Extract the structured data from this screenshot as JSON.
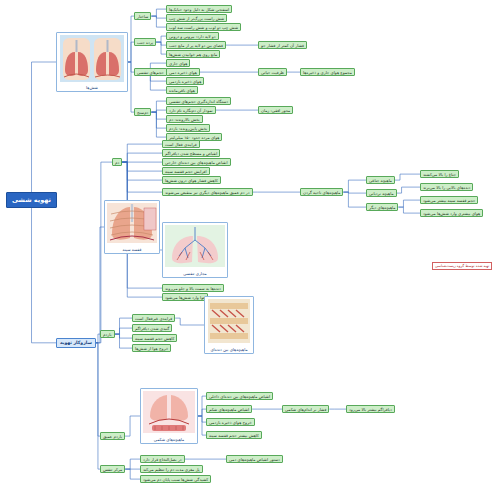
{
  "diagram": {
    "nodes": [
      {
        "text": [
          "تهویه ششی"
        ]
      },
      {
        "text": [
          "شش‌ها"
        ]
      },
      {
        "text": [
          "ساختار"
        ]
      },
      {
        "text": [
          "اسفنجی شکل به دلیل وجود حبابک‌ها"
        ]
      },
      {
        "text": [
          "شش راست بزرگ‌تر از شش چپ"
        ]
      },
      {
        "text": [
          "شش چپ دو لوب و شش راست سه لوب"
        ]
      },
      {
        "text": [
          "پرده جنب"
        ]
      },
      {
        "text": [
          "دو لایه دارد: بیرونی و درونی"
        ]
      },
      {
        "text": [
          "فضای بین دو لایه پر از مایع جنب"
        ]
      },
      {
        "text": [
          "فشار آن کمتر از فشار جو"
        ]
      },
      {
        "text": [
          "مانع روی هم خوابیدن شش‌ها"
        ]
      },
      {
        "text": [
          "حجم‌های تنفسی"
        ]
      },
      {
        "text": [
          "هوای جاری"
        ]
      },
      {
        "text": [
          "هوای ذخیره دمی"
        ]
      },
      {
        "text": [
          "ظرفیت حیاتی"
        ]
      },
      {
        "text": [
          "مجموع هوای جاری و ذخیره‌ها"
        ]
      },
      {
        "text": [
          "هوای ذخیره بازدمی"
        ]
      },
      {
        "text": [
          "هوای باقی‌مانده"
        ]
      },
      {
        "text": [
          "دم‌سنج"
        ]
      },
      {
        "text": [
          "دستگاه اندازه‌گیری حجم‌های تنفسی"
        ]
      },
      {
        "text": [
          "نمودار آن دم‌نگاره نام دارد"
        ]
      },
      {
        "text": [
          "محور افقی: زمان"
        ]
      },
      {
        "text": [
          "بخش بالارونده: دم"
        ]
      },
      {
        "text": [
          "بخش پایین‌رونده: بازدم"
        ]
      },
      {
        "text": [
          "هوای مرده حدود ۱۵۰ میلی‌لیتر"
        ]
      },
      {
        "text": [
          "سازوکار تهویه"
        ]
      },
      {
        "text": [
          "دم"
        ]
      },
      {
        "text": [
          "فرایندی فعال است"
        ]
      },
      {
        "text": [
          "انقباض و مسطح شدن دیافراگم"
        ]
      },
      {
        "text": [
          "انقباض ماهیچه‌های بین دنده‌ای خارجی"
        ]
      },
      {
        "text": [
          "افزایش حجم قفسه سینه"
        ]
      },
      {
        "text": [
          "کاهش فشار هوای درون شش‌ها"
        ]
      },
      {
        "text": [
          "در دم عمیق ماهیچه‌های دیگری نیز منقبض می‌شوند"
        ]
      },
      {
        "text": [
          "ماهیچه‌های ناحیه گردن"
        ]
      },
      {
        "text": [
          "ماهیچه جناغی"
        ]
      },
      {
        "text": [
          "ماهیچه نردبانی"
        ]
      },
      {
        "text": [
          "ماهیچه‌های دیگر"
        ]
      },
      {
        "text": [
          "جناغ را بالا می‌کشند"
        ]
      },
      {
        "text": [
          "دنده‌های بالایی را بالا می‌برند"
        ]
      },
      {
        "text": [
          "حجم قفسه سینه بیشتر می‌شود"
        ]
      },
      {
        "text": [
          "هوای بیشتری وارد شش‌ها می‌شود"
        ]
      },
      {
        "text": [
          "قفسه سینه"
        ]
      },
      {
        "text": [
          "مجاری تنفسی"
        ]
      },
      {
        "text": [
          "دنده‌ها به سمت بالا و جلو می‌روند"
        ]
      },
      {
        "text": [
          "هوا وارد شش‌ها می‌شود"
        ]
      },
      {
        "text": [
          "بازدم"
        ]
      },
      {
        "text": [
          "فرایندی غیرفعال است"
        ]
      },
      {
        "text": [
          "ماهیچه‌های بین دنده‌ای"
        ]
      },
      {
        "text": [
          "گنبدی شدن دیافراگم"
        ]
      },
      {
        "text": [
          "کاهش حجم قفسه سینه"
        ]
      },
      {
        "text": [
          "خروج هوا از شش‌ها"
        ]
      },
      {
        "text": [
          "بازدم عمیق"
        ]
      },
      {
        "text": [
          "ماهیچه‌های شکمی"
        ]
      },
      {
        "text": [
          "انقباض ماهیچه‌های بین دنده‌ای داخلی"
        ]
      },
      {
        "text": [
          "انقباض ماهیچه‌های شکم"
        ]
      },
      {
        "text": [
          "فشار بر اندام‌های شکمی"
        ]
      },
      {
        "text": [
          "دیافراگم بیشتر بالا می‌رود"
        ]
      },
      {
        "text": [
          "خروج هوای ذخیره بازدمی"
        ]
      },
      {
        "text": [
          "کاهش بیشتر حجم قفسه سینه"
        ]
      },
      {
        "text": [
          "مرکز تنفس"
        ]
      },
      {
        "text": [
          "در بصل‌النخاع قرار دارد"
        ]
      },
      {
        "text": [
          "پل مغزی مدت دم را تنظیم می‌کند"
        ]
      },
      {
        "text": [
          "دستور انقباض ماهیچه‌های دمی"
        ]
      },
      {
        "text": [
          "کشیدگی شش‌ها سبب پایان دم می‌شود"
        ]
      }
    ],
    "edges": [
      {
        "from": 0,
        "to": 1,
        "arrow": "none"
      },
      {
        "from": 0,
        "to": 25,
        "arrow": "none"
      },
      {
        "from": 1,
        "to": 2,
        "arrow": "none"
      },
      {
        "from": 1,
        "to": 6,
        "arrow": "none"
      },
      {
        "from": 1,
        "to": 11,
        "arrow": "none"
      },
      {
        "from": 1,
        "to": 18,
        "arrow": "none"
      },
      {
        "from": 2,
        "to": 3,
        "arrow": "none"
      },
      {
        "from": 2,
        "to": 4,
        "arrow": "none"
      },
      {
        "from": 2,
        "to": 5,
        "arrow": "none"
      },
      {
        "from": 6,
        "to": 7,
        "arrow": "none"
      },
      {
        "from": 6,
        "to": 8,
        "arrow": "none"
      },
      {
        "from": 6,
        "to": 10,
        "arrow": "none"
      },
      {
        "from": 8,
        "to": 9,
        "arrow": "none"
      },
      {
        "from": 11,
        "to": 12,
        "arrow": "none"
      },
      {
        "from": 11,
        "to": 13,
        "arrow": "none"
      },
      {
        "from": 11,
        "to": 16,
        "arrow": "none"
      },
      {
        "from": 11,
        "to": 17,
        "arrow": "none"
      },
      {
        "from": 13,
        "to": 14,
        "arrow": "none"
      },
      {
        "from": 14,
        "to": 15,
        "arrow": "none"
      },
      {
        "from": 18,
        "to": 19,
        "arrow": "none"
      },
      {
        "from": 18,
        "to": 20,
        "arrow": "none"
      },
      {
        "from": 18,
        "to": 22,
        "arrow": "none"
      },
      {
        "from": 18,
        "to": 23,
        "arrow": "none"
      },
      {
        "from": 18,
        "to": 24,
        "arrow": "none"
      },
      {
        "from": 20,
        "to": 21,
        "arrow": "none"
      },
      {
        "from": 25,
        "to": 26,
        "arrow": "none"
      },
      {
        "from": 25,
        "to": 41,
        "arrow": "none"
      },
      {
        "from": 25,
        "to": 45,
        "arrow": "none"
      },
      {
        "from": 25,
        "to": 51,
        "arrow": "none"
      },
      {
        "from": 25,
        "to": 59,
        "arrow": "none"
      },
      {
        "from": 26,
        "to": 27,
        "arrow": "none"
      },
      {
        "from": 26,
        "to": 28,
        "arrow": "none"
      },
      {
        "from": 26,
        "to": 29,
        "arrow": "none"
      },
      {
        "from": 26,
        "to": 30,
        "arrow": "none"
      },
      {
        "from": 26,
        "to": 31,
        "arrow": "none"
      },
      {
        "from": 26,
        "to": 32,
        "arrow": "none"
      },
      {
        "from": 26,
        "to": 42,
        "arrow": "none"
      },
      {
        "from": 26,
        "to": 43,
        "arrow": "none"
      },
      {
        "from": 26,
        "to": 44,
        "arrow": "none"
      },
      {
        "from": 32,
        "to": 33,
        "arrow": "none"
      },
      {
        "from": 33,
        "to": 34,
        "arrow": "none"
      },
      {
        "from": 33,
        "to": 35,
        "arrow": "none"
      },
      {
        "from": 33,
        "to": 36,
        "arrow": "none"
      },
      {
        "from": 34,
        "to": 37,
        "arrow": "none"
      },
      {
        "from": 35,
        "to": 38,
        "arrow": "none"
      },
      {
        "from": 36,
        "to": 39,
        "arrow": "none"
      },
      {
        "from": 36,
        "to": 40,
        "arrow": "none"
      },
      {
        "from": 45,
        "to": 46,
        "arrow": "none"
      },
      {
        "from": 45,
        "to": 48,
        "arrow": "none"
      },
      {
        "from": 45,
        "to": 49,
        "arrow": "none"
      },
      {
        "from": 45,
        "to": 50,
        "arrow": "none"
      },
      {
        "from": 46,
        "to": 47,
        "arrow": "none"
      },
      {
        "from": 51,
        "to": 52,
        "arrow": "none"
      },
      {
        "from": 52,
        "to": 53,
        "arrow": "none"
      },
      {
        "from": 52,
        "to": 54,
        "arrow": "none"
      },
      {
        "from": 52,
        "to": 57,
        "arrow": "none"
      },
      {
        "from": 52,
        "to": 58,
        "arrow": "none"
      },
      {
        "from": 54,
        "to": 55,
        "arrow": "none"
      },
      {
        "from": 55,
        "to": 56,
        "arrow": "none"
      },
      {
        "from": 59,
        "to": 60,
        "arrow": "none"
      },
      {
        "from": 59,
        "to": 61,
        "arrow": "none"
      },
      {
        "from": 59,
        "to": 63,
        "arrow": "none"
      },
      {
        "from": 60,
        "to": 62,
        "arrow": "none"
      }
    ],
    "labels": [
      "تهیه شده توسط گروه زیست‌شناسی"
    ]
  }
}
